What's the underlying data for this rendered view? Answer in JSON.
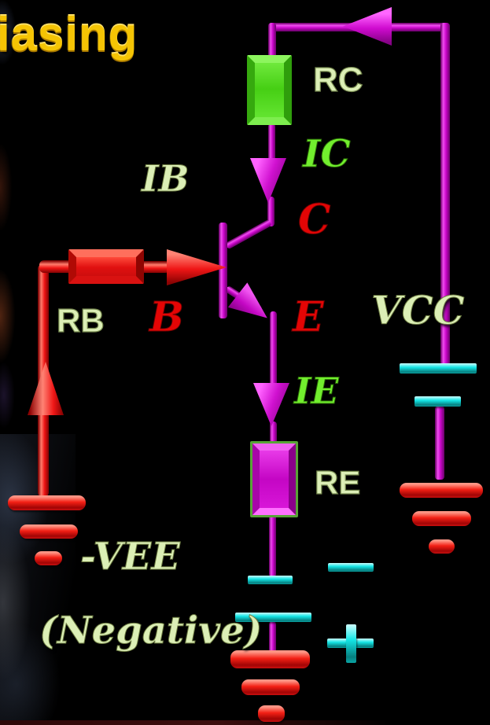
{
  "slide": {
    "title_fragment": "iasing"
  },
  "circuit": {
    "labels": {
      "rc": "RC",
      "ic": "IC",
      "ib": "IB",
      "c": "C",
      "b": "B",
      "e": "E",
      "rb": "RB",
      "vcc": "VCC",
      "ie": "IE",
      "re": "RE",
      "vee": "-VEE",
      "vee_note": "(Negative)"
    },
    "polarity": {
      "minus": "−",
      "plus": "+"
    },
    "colors": {
      "title_yellow": "#f5c404",
      "wire_magenta": "#cc00cc",
      "current_red": "#ee1111",
      "resistor_green": "#55dd22",
      "resistor_magenta": "#cc00cc",
      "battery_cyan": "#00d8d8",
      "label_pale_green": "#dcefb6",
      "label_bright_green": "#72ee2e",
      "label_red": "#e30505"
    }
  }
}
